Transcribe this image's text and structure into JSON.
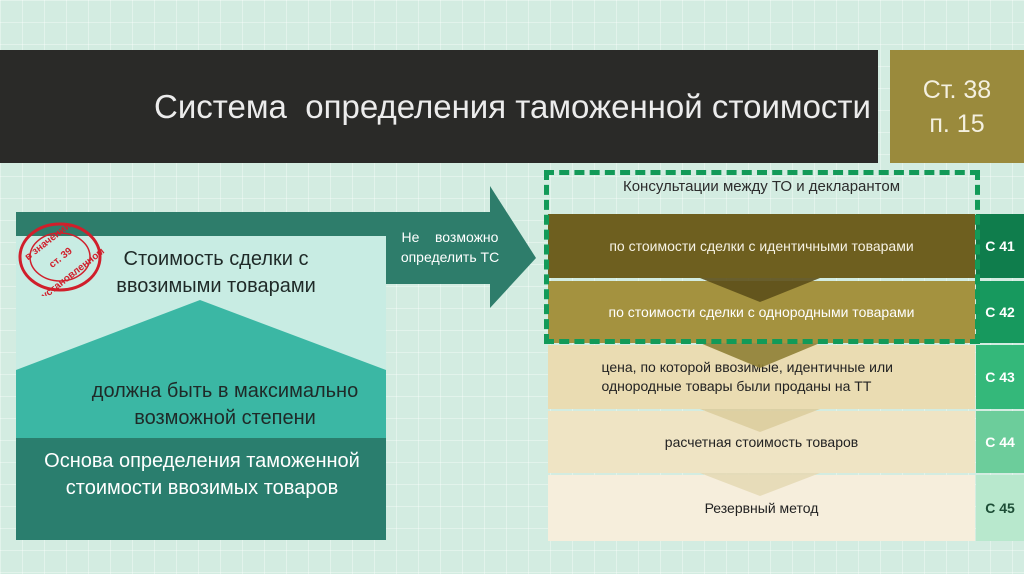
{
  "header": {
    "title": "Система  определения таможенной стоимости",
    "ref_line1": "Ст. 38",
    "ref_line2": "п. 15"
  },
  "stamp": {
    "line1": "в значении",
    "line2": "ст. 39",
    "line3": "установленном"
  },
  "left": {
    "top_text": "Стоимость сделки с ввозимыми товарами",
    "mid_text": "должна быть в максимально возможной степени",
    "bottom_text": "Основа определения таможенной стоимости ввозимых товаров",
    "arrow_label": "Не    возможно\nопределить ТС"
  },
  "methods": {
    "consult_label": "Консультации между ТО и декларантом",
    "items": [
      {
        "label": "по стоимости сделки с идентичными товарами",
        "code": "С 41"
      },
      {
        "label": "по стоимости сделки с однородными товарами",
        "code": "С 42"
      },
      {
        "label": "цена, по которой ввозимые, идентичные или однородные  товары были проданы на ТТ",
        "code": "С 43"
      },
      {
        "label": "расчетная стоимость товаров",
        "code": "С 44"
      },
      {
        "label": "Резервный метод",
        "code": "С 45"
      }
    ]
  },
  "colors": {
    "background": "#d3ece1",
    "title_bar": "#2a2a28",
    "ref_box": "#9a8a3c",
    "arrow": "#2e7d6b",
    "consult_border": "#129a58"
  }
}
